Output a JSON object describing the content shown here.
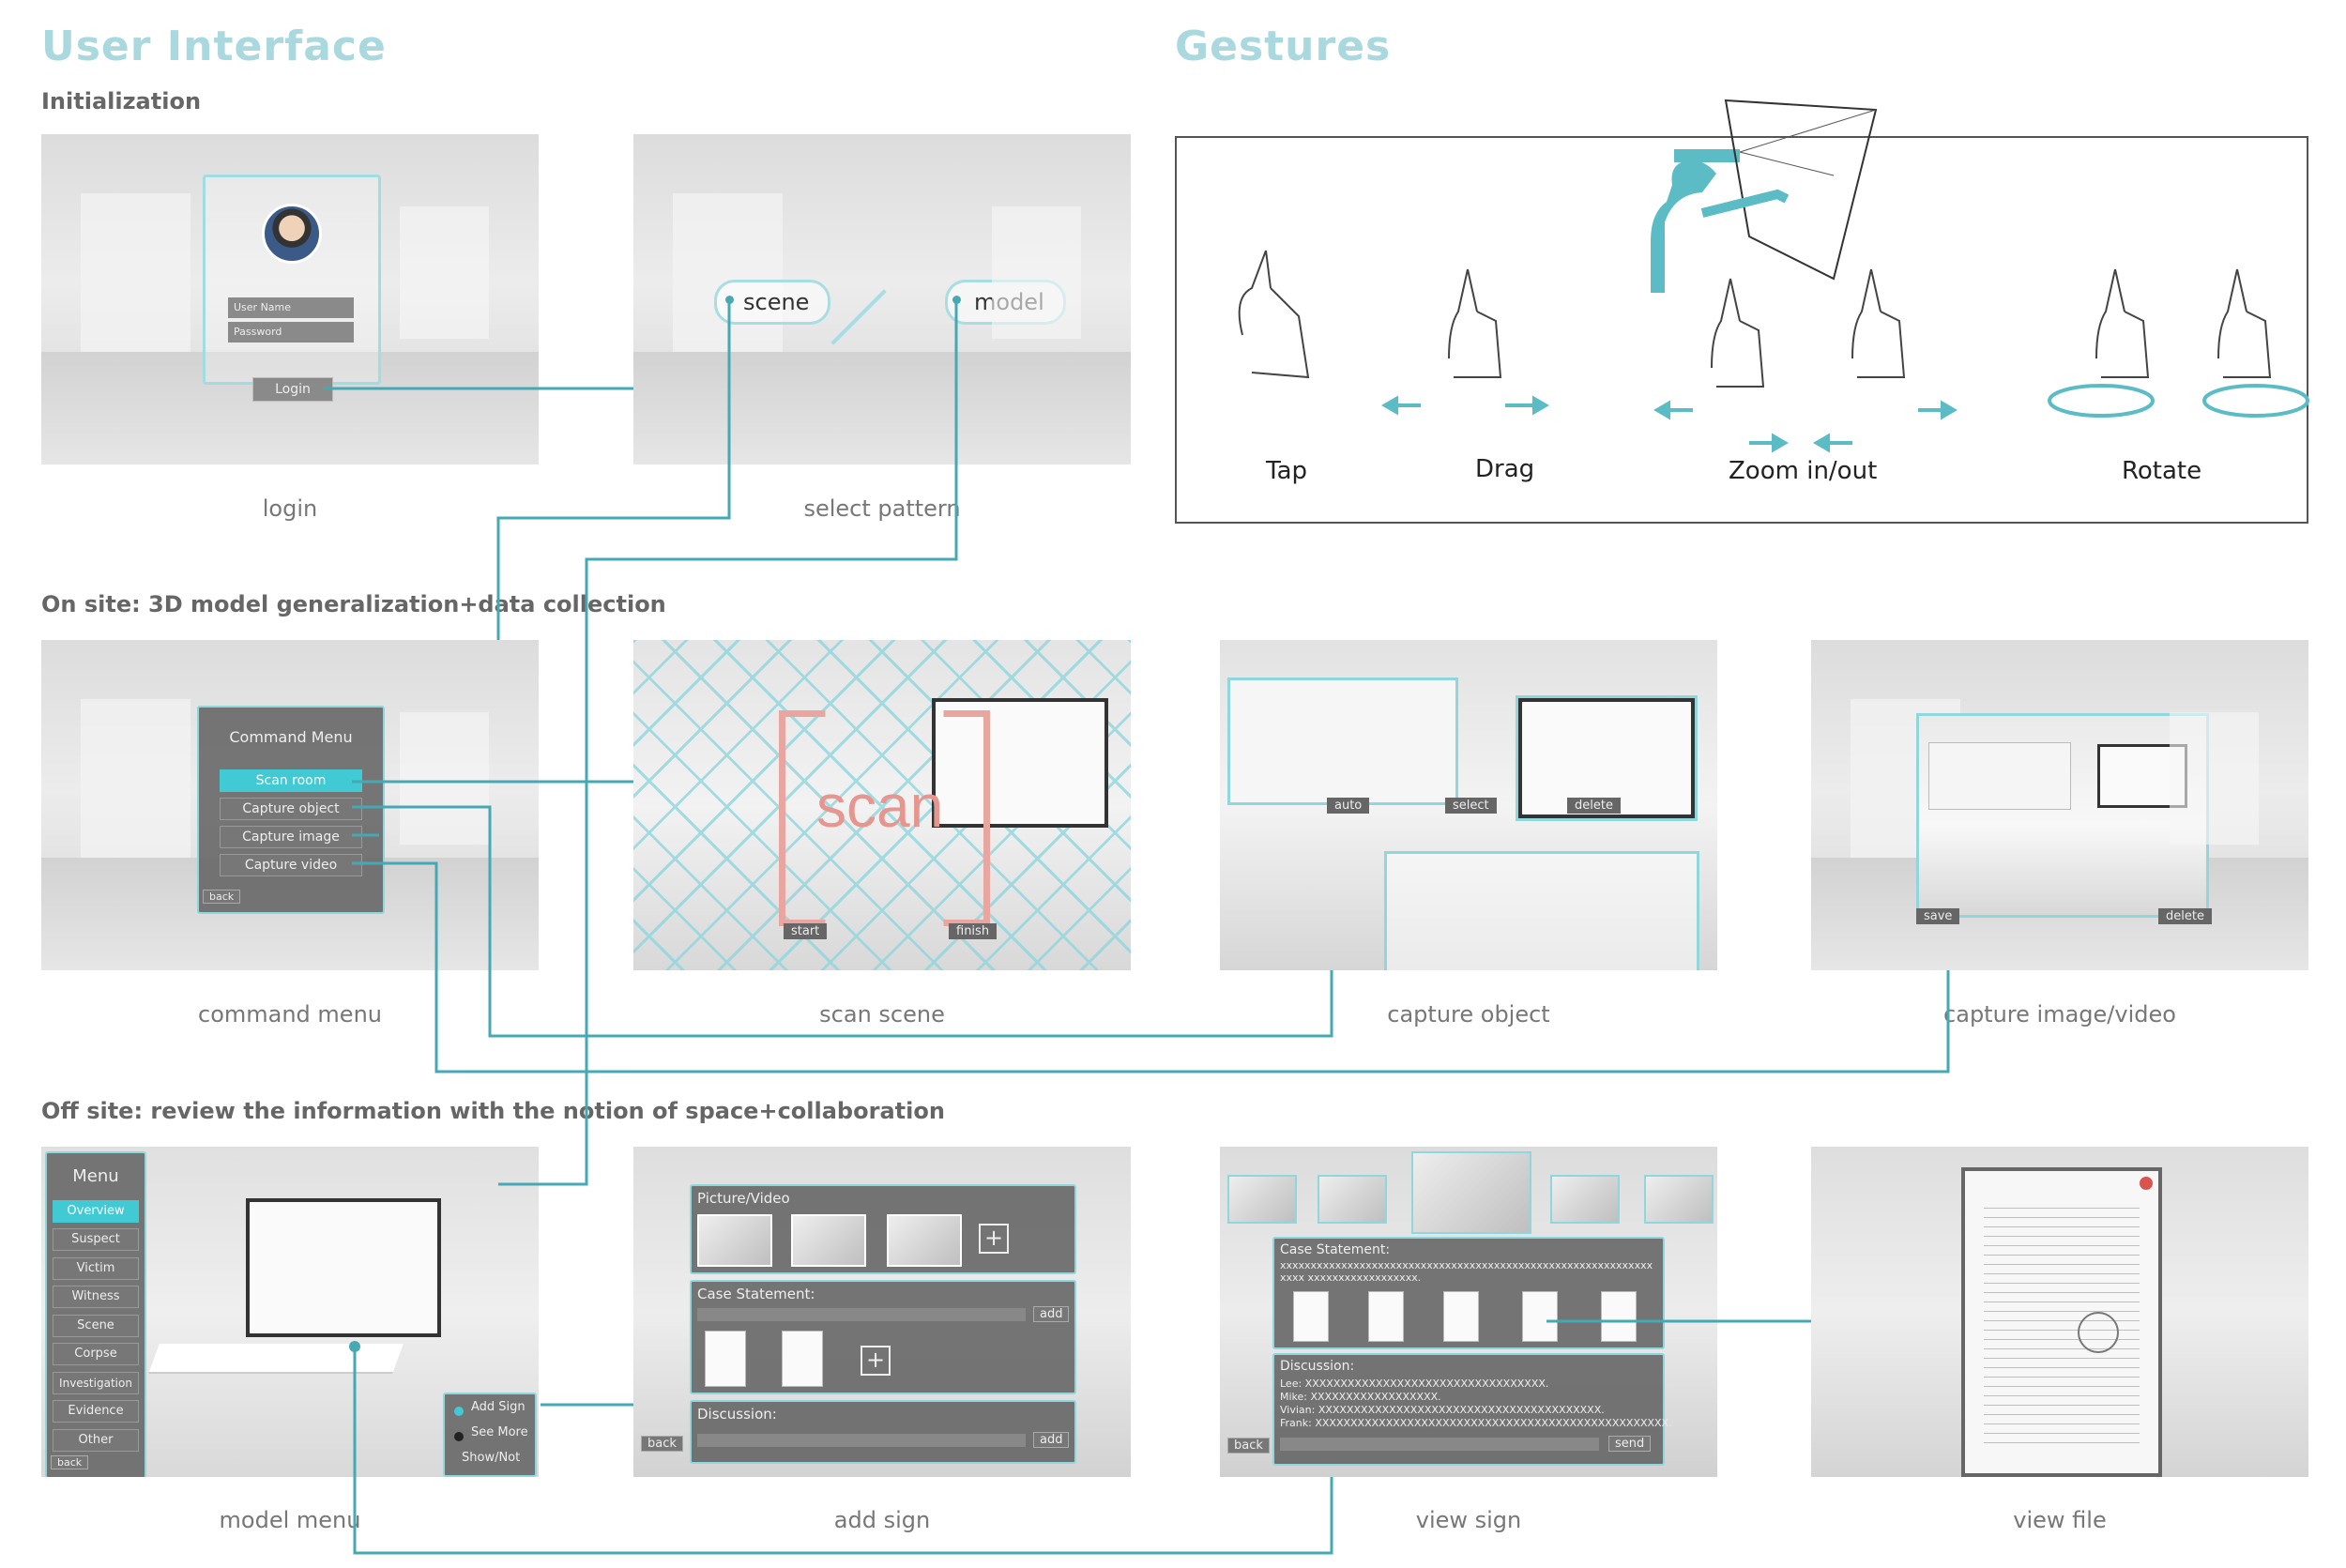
{
  "headers": {
    "ui": "User Interface",
    "gestures": "Gestures"
  },
  "sections": {
    "init": "Initialization",
    "onsite": "On site: 3D model generalization+data collection",
    "offsite": "Off site: review the information with the notion of space+collaboration"
  },
  "captions": {
    "login": "login",
    "select": "select pattern",
    "command": "command menu",
    "scan": "scan scene",
    "capture_obj": "capture object",
    "capture_img": "capture image/video",
    "model_menu": "model menu",
    "add_sign": "add sign",
    "view_sign": "view sign",
    "view_file": "view file"
  },
  "login": {
    "username": "User Name",
    "password": "Password",
    "button": "Login"
  },
  "select_pattern": {
    "scene": "scene",
    "model": "model"
  },
  "command_menu": {
    "title": "Command Menu",
    "items": [
      "Scan room",
      "Capture object",
      "Capture image",
      "Capture video"
    ],
    "back": "back"
  },
  "scan": {
    "word": "scan",
    "start": "start",
    "finish": "finish"
  },
  "capture_object": {
    "auto": "auto",
    "select": "select",
    "delete": "delete"
  },
  "capture_image": {
    "save": "save",
    "delete": "delete"
  },
  "model_menu": {
    "title": "Menu",
    "items": [
      "Overview",
      "Suspect",
      "Victim",
      "Witness",
      "Scene",
      "Corpse",
      "Investigation",
      "Evidence",
      "Other"
    ],
    "back": "back",
    "actions": [
      "Add Sign",
      "See More",
      "Show/Not"
    ]
  },
  "add_sign": {
    "picture": "Picture/Video",
    "case": "Case Statement:",
    "discussion": "Discussion:",
    "add": "add",
    "back": "back"
  },
  "view_sign": {
    "case": "Case Statement:",
    "case_text": "xxxxxxxxxxxxxxxxxxxxxxxxxxxxxxxxxxxxxxxxxxxxxxxxxxxxxxxxxxxxxxxxx xxxxxxxxxxxxxxxxxx.",
    "discussion": "Discussion:",
    "lines": [
      "Lee: XXXXXXXXXXXXXXXXXXXXXXXXXXXXXXXXXX.",
      "Mike: XXXXXXXXXXXXXXXXXX.",
      "Vivian: XXXXXXXXXXXXXXXXXXXXXXXXXXXXXXXXXXXXXXXX.",
      "Frank: XXXXXXXXXXXXXXXXXXXXXXXXXXXXXXXXXXXXXXXXXXXXXXXXXX."
    ],
    "send": "send",
    "back": "back"
  },
  "gestures": [
    "Tap",
    "Drag",
    "Zoom in/out",
    "Rotate"
  ],
  "colors": {
    "teal": "#45a9b3",
    "light_teal": "#a9d8de",
    "accent": "#41c9d4"
  }
}
